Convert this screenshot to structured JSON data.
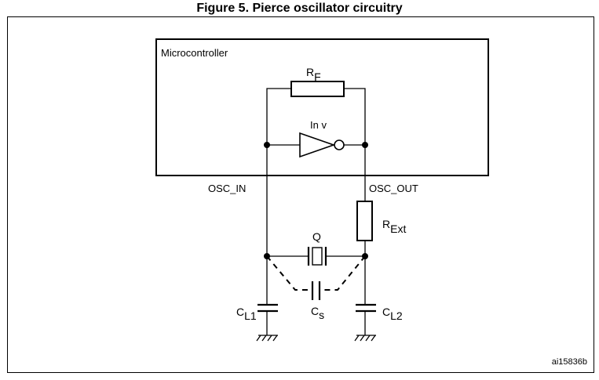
{
  "figure": {
    "title": "Figure 5. Pierce oscillator circuitry",
    "ref_code": "ai15836b"
  },
  "microcontroller": {
    "label": "Microcontroller"
  },
  "components": {
    "rf": {
      "main": "R",
      "sub": "F"
    },
    "inv": {
      "label": "In v"
    },
    "rext": {
      "main": "R",
      "sub": "Ext"
    },
    "crystal": {
      "label": "Q"
    },
    "cs": {
      "main": "C",
      "sub": "s"
    },
    "cl1": {
      "main": "C",
      "sub": "L1"
    },
    "cl2": {
      "main": "C",
      "sub": "L2"
    }
  },
  "pins": {
    "osc_in": "OSC_IN",
    "osc_out": "OSC_OUT"
  }
}
